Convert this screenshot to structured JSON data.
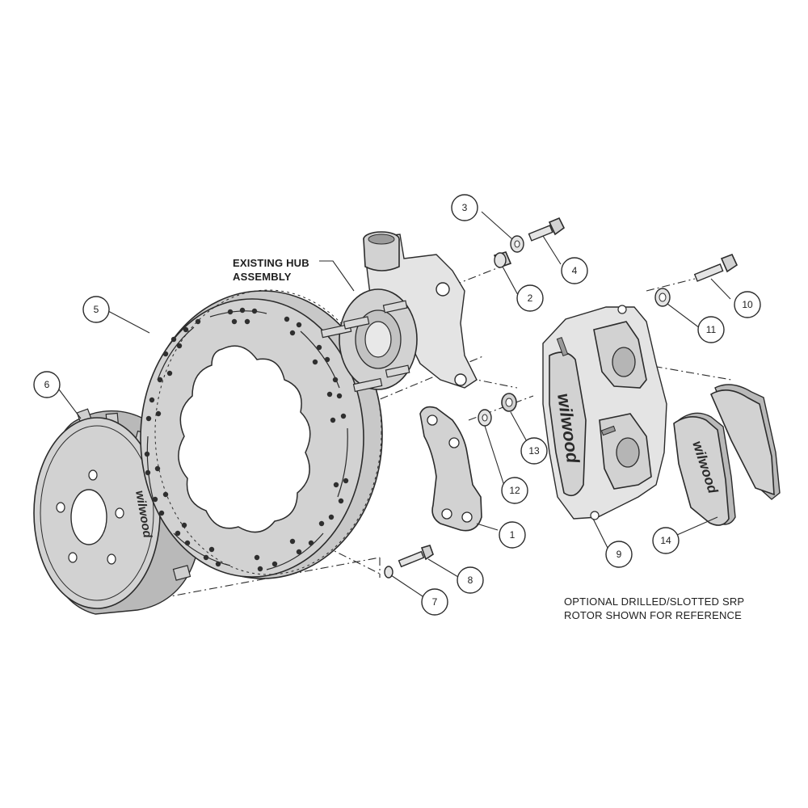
{
  "labels": {
    "existing_hub_line1": "EXISTING HUB",
    "existing_hub_line2": "ASSEMBLY",
    "note_line1": "OPTIONAL DRILLED/SLOTTED SRP",
    "note_line2": "ROTOR SHOWN FOR REFERENCE"
  },
  "brand_text": "wilwood",
  "callouts": [
    {
      "id": "1",
      "label": "1"
    },
    {
      "id": "2",
      "label": "2"
    },
    {
      "id": "3",
      "label": "3"
    },
    {
      "id": "4",
      "label": "4"
    },
    {
      "id": "5",
      "label": "5"
    },
    {
      "id": "6",
      "label": "6"
    },
    {
      "id": "7",
      "label": "7"
    },
    {
      "id": "8",
      "label": "8"
    },
    {
      "id": "9",
      "label": "9"
    },
    {
      "id": "10",
      "label": "10"
    },
    {
      "id": "11",
      "label": "11"
    },
    {
      "id": "12",
      "label": "12"
    },
    {
      "id": "13",
      "label": "13"
    },
    {
      "id": "14",
      "label": "14"
    }
  ],
  "colors": {
    "line": "#2b2b2b",
    "part_fill": "#d2d2d2",
    "background": "#ffffff"
  }
}
